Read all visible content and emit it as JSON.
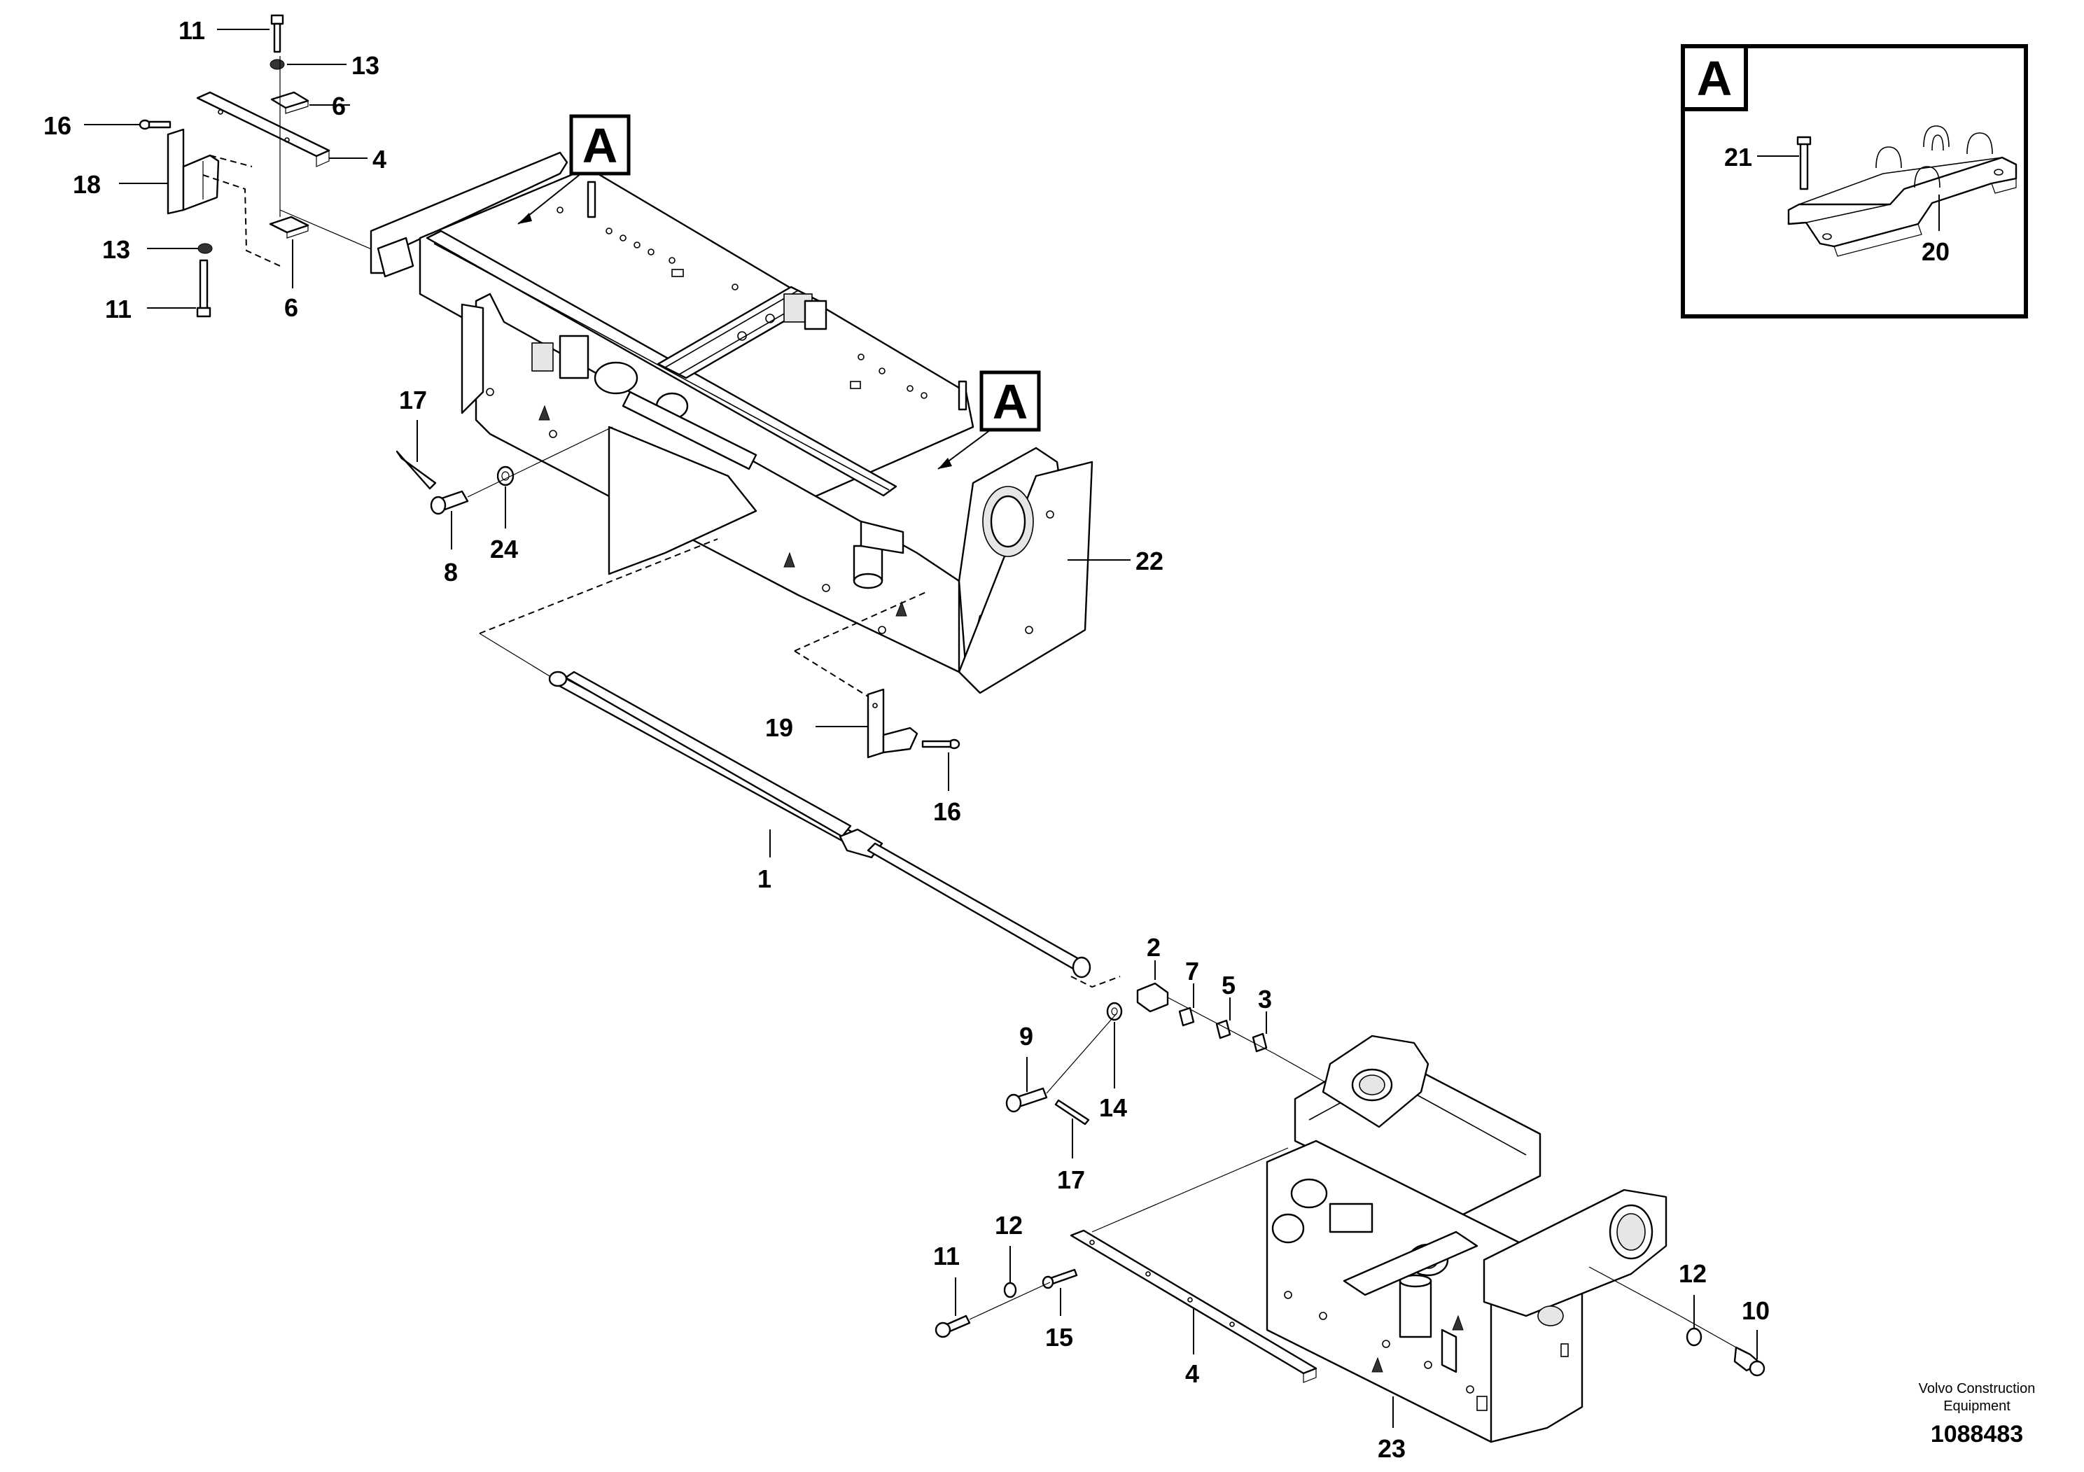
{
  "reference_boxes": {
    "letter": "A"
  },
  "callouts": {
    "c1": "1",
    "c2": "2",
    "c3": "3",
    "c4_top": "4",
    "c4_bottom": "4",
    "c5": "5",
    "c6_top": "6",
    "c6_bottom": "6",
    "c7": "7",
    "c8": "8",
    "c9": "9",
    "c10": "10",
    "c11_top": "11",
    "c11_mid": "11",
    "c11_bottom": "11",
    "c12_left": "12",
    "c12_right": "12",
    "c13_top": "13",
    "c13_mid": "13",
    "c14": "14",
    "c15": "15",
    "c16_top": "16",
    "c16_mid": "16",
    "c17_top": "17",
    "c17_bottom": "17",
    "c18": "18",
    "c19": "19",
    "c20": "20",
    "c21": "21",
    "c22": "22",
    "c23": "23",
    "c24": "24"
  },
  "footer": {
    "company_line1": "Volvo Construction",
    "company_line2": "Equipment",
    "drawing_number": "1088483"
  }
}
